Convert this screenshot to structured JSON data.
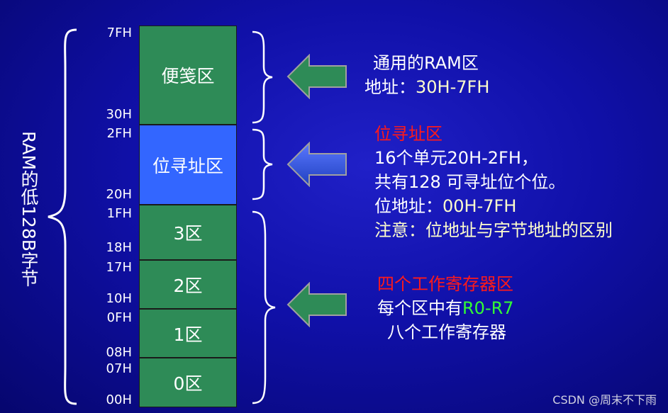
{
  "side_label": "RAM的低128B字节",
  "blocks": [
    {
      "label": "便笺区",
      "top_addr": "7FH",
      "bottom_addr": "30H",
      "color": "#2e8b57"
    },
    {
      "label": "位寻址区",
      "top_addr": "2FH",
      "bottom_addr": "20H",
      "color": "#3366ff"
    },
    {
      "label": "3区",
      "top_addr": "1FH",
      "bottom_addr": "18H",
      "color": "#2e8b57"
    },
    {
      "label": "2区",
      "top_addr": "17H",
      "bottom_addr": "10H",
      "color": "#2e8b57"
    },
    {
      "label": "1区",
      "top_addr": "0FH",
      "bottom_addr": "08H",
      "color": "#2e8b57"
    },
    {
      "label": "0区",
      "top_addr": "07H",
      "bottom_addr": "00H",
      "color": "#2e8b57"
    }
  ],
  "annotations": {
    "general": {
      "line1": "通用的RAM区",
      "line2_prefix": "地址：",
      "line2_value": "30H-7FH"
    },
    "bit": {
      "title": "位寻址区",
      "line1": "16个单元20H-2FH，",
      "line2": "共有128 可寻址位个位。",
      "line3_prefix": "位地址：",
      "line3_value": "00H-7FH",
      "line4": "注意：位地址与字节地址的区别"
    },
    "work": {
      "title": "四个工作寄存器区",
      "line1_prefix": "每个区中有",
      "line1_value": "R0-R7",
      "line2": "八个工作寄存器"
    }
  },
  "colors": {
    "green_arrow": "#2e8b57",
    "blue_arrow": "#3050e0"
  },
  "watermark": "CSDN @周末不下雨"
}
